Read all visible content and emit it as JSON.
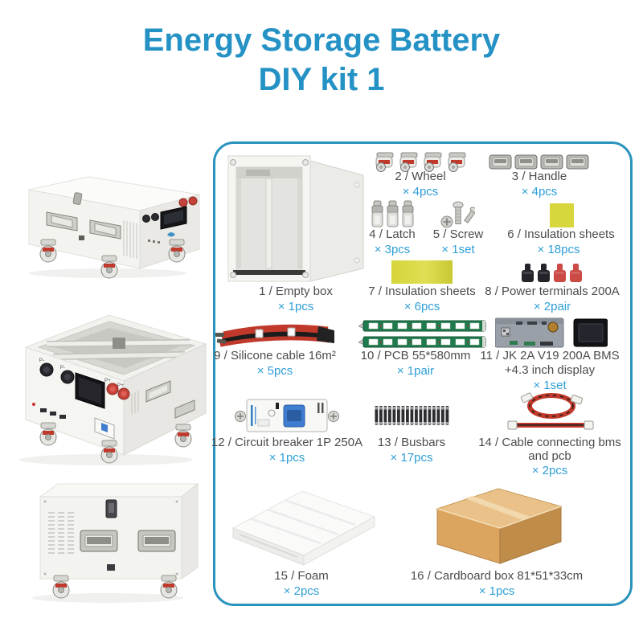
{
  "title": {
    "line1": "Energy Storage Battery",
    "line2": "DIY kit 1"
  },
  "colors": {
    "title_blue": "#2592c5",
    "qty_blue": "#2f9fd6",
    "label_gray": "#4c4c4c",
    "panel_border": "#2a93bd",
    "insulation_yellow": "#d7d63c",
    "pcb_green": "#1f7a4c",
    "terminal_red": "#cb4a44",
    "terminal_black": "#232329",
    "cardboard_brown": "#dca55f",
    "cable_red": "#c0392b"
  },
  "photos": [
    {
      "name": "battery-box-angled-view"
    },
    {
      "name": "battery-box-open-top-view",
      "port_labels": [
        "P-",
        "P-",
        "P+",
        "P+"
      ]
    },
    {
      "name": "battery-box-front-view"
    }
  ],
  "kit": {
    "items": [
      {
        "label": "1 / Empty box",
        "qty": "× 1pcs"
      },
      {
        "label": "2 / Wheel",
        "qty": "× 4pcs"
      },
      {
        "label": "3 / Handle",
        "qty": "× 4pcs"
      },
      {
        "label": "4 / Latch",
        "qty": "× 3pcs"
      },
      {
        "label": "5 / Screw",
        "qty": "× 1set"
      },
      {
        "label": "6 / Insulation sheets",
        "qty": "× 18pcs"
      },
      {
        "label": "7 / Insulation sheets",
        "qty": "× 6pcs"
      },
      {
        "label": "8 / Power terminals 200A",
        "qty": "× 2pair"
      },
      {
        "label": "9 / Silicone cable 16m²",
        "qty": "× 5pcs"
      },
      {
        "label": "10 / PCB 55*580mm",
        "qty": "× 1pair"
      },
      {
        "label": "11 / JK 2A V19 200A BMS",
        "label2": "+4.3 inch display",
        "qty": "× 1set"
      },
      {
        "label": "12 / Circuit breaker 1P 250A",
        "qty": "× 1pcs"
      },
      {
        "label": "13 / Busbars",
        "qty": "× 17pcs"
      },
      {
        "label": "14 / Cable connecting bms",
        "label2": "and pcb",
        "qty": "× 2pcs"
      },
      {
        "label": "15 / Foam",
        "qty": "× 2pcs"
      },
      {
        "label": "16 / Cardboard  box  81*51*33cm",
        "qty": "× 1pcs"
      }
    ]
  }
}
